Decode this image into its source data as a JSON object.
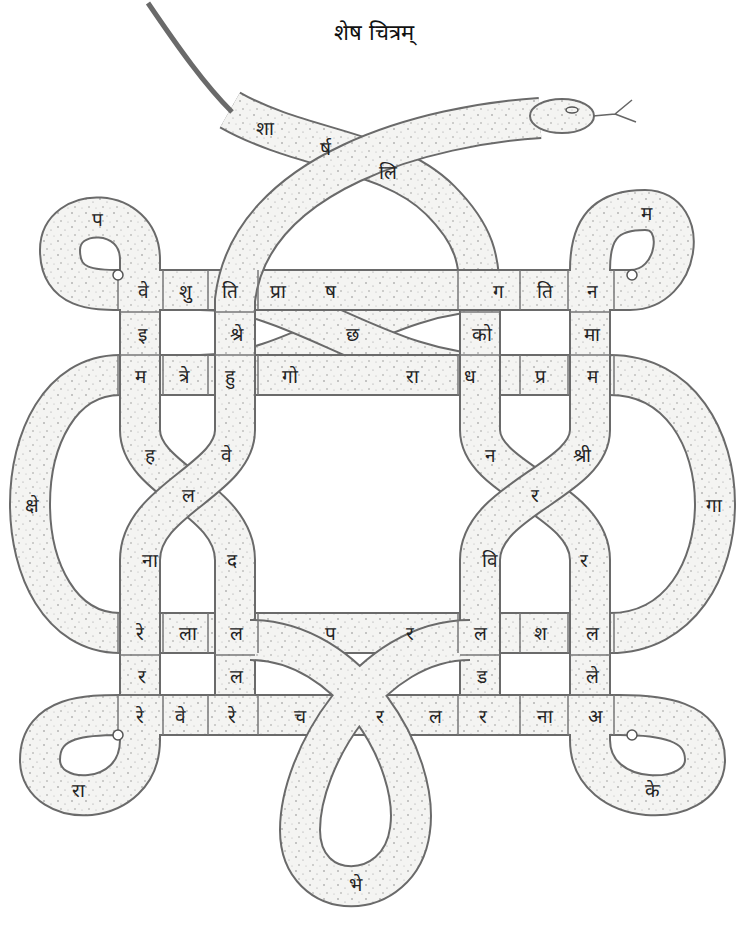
{
  "diagram": {
    "title": "शेष चित्रम्",
    "labels": [
      "शा",
      "र्ष",
      "लि",
      "प",
      "म",
      "वे",
      "शु",
      "ति",
      "प्रा",
      "ष",
      "ग",
      "ति",
      "न",
      "इ",
      "श्रे",
      "छ",
      "को",
      "मा",
      "म",
      "त्रे",
      "हु",
      "गो",
      "रा",
      "ध",
      "प्र",
      "म",
      "ह",
      "वे",
      "न",
      "श्री",
      "क्षे",
      "गा",
      "ल",
      "र",
      "ना",
      "द",
      "वि",
      "र",
      "रे",
      "ला",
      "ल",
      "प",
      "र",
      "ल",
      "श",
      "ल",
      "र",
      "ल",
      "ड",
      "ले",
      "रे",
      "वे",
      "रे",
      "च",
      "र",
      "ल",
      "र",
      "ना",
      "अ",
      "रा",
      "के",
      "भे"
    ]
  }
}
